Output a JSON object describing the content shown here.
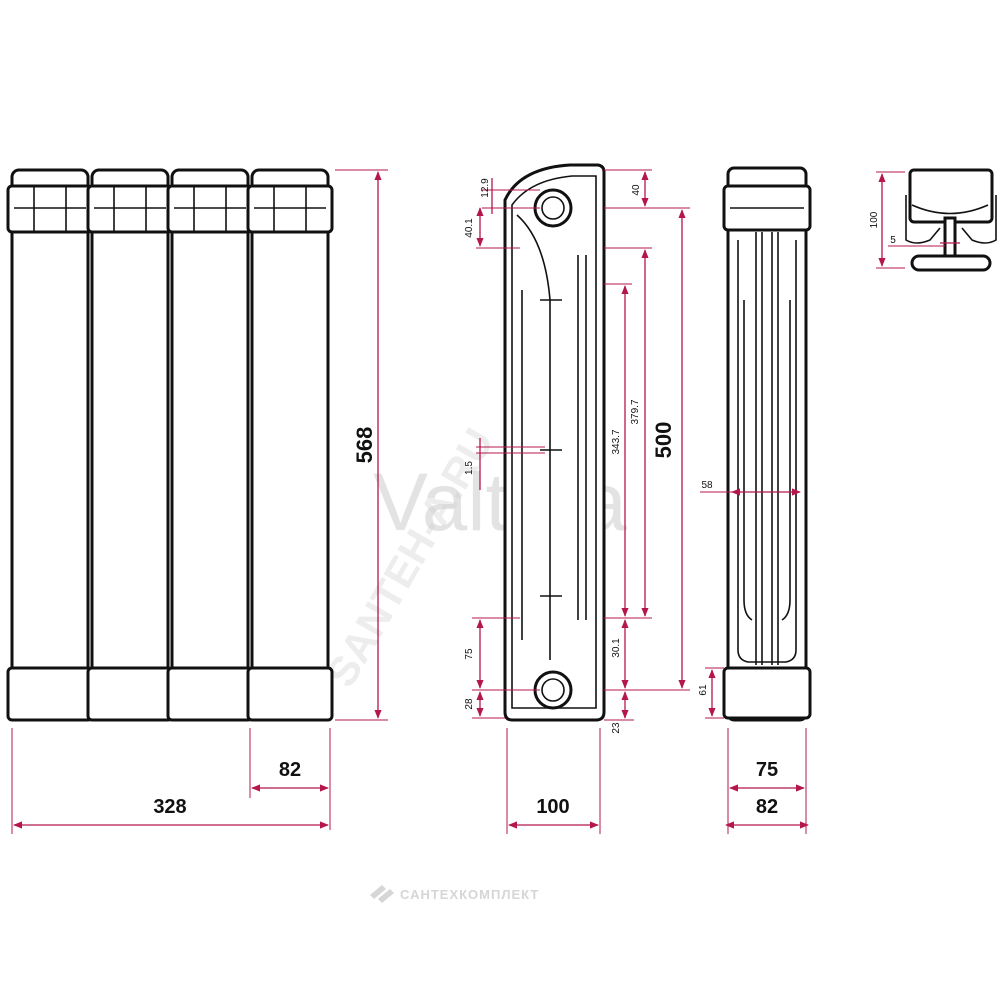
{
  "brand": {
    "watermark": "Valtera",
    "watermark_site": "SANTEH-A.RU",
    "footer_text": "САНТЕХКОМПЛЕКТ"
  },
  "colors": {
    "dimension_line": "#b5174b",
    "outline": "#111111",
    "watermark": "#cccccc"
  },
  "front_view": {
    "height": "568",
    "total_width": "328",
    "section_width": "82"
  },
  "side_view": {
    "top_to_axis": "12.9",
    "top_offset": "40.1",
    "axis_offset_top": "40",
    "center_distance": "500",
    "inner_height_a": "343.7",
    "inner_height_b": "379.7",
    "fin_gap": "1.5",
    "lower_offset": "75",
    "bottom_offset": "28",
    "lower_axis": "30.1",
    "bottom_gap": "23",
    "depth": "100"
  },
  "back_view": {
    "inner_width": "58",
    "bottom_height": "61",
    "inner_depth": "75",
    "outer_depth": "82"
  },
  "top_view": {
    "height": "100",
    "base_thickness": "5"
  }
}
